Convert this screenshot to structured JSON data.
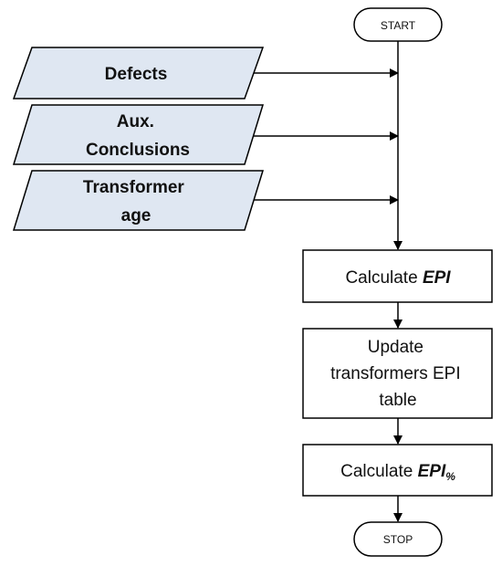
{
  "start": "START",
  "stop": "STOP",
  "inputs": {
    "defects": [
      "Defects"
    ],
    "aux": [
      "Aux.",
      "Conclusions"
    ],
    "age": [
      "Transformer",
      "age"
    ]
  },
  "steps": {
    "calc_epi": {
      "prefix": "Calculate ",
      "term": "EPI"
    },
    "update": [
      "Update",
      "transformers EPI",
      "table"
    ],
    "calc_epi_pct": {
      "prefix": "Calculate ",
      "term": "EPI",
      "subscript": "%"
    }
  }
}
